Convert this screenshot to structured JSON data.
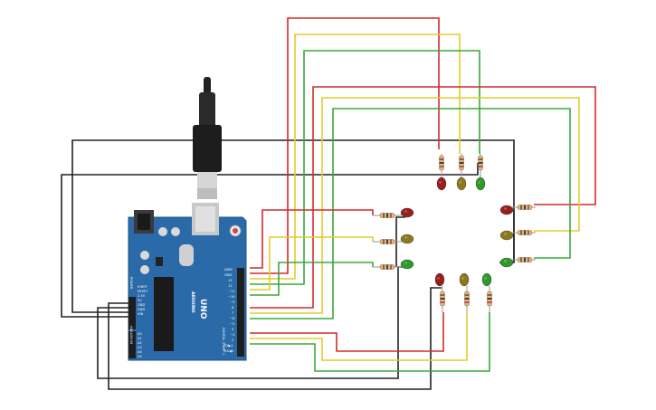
{
  "board": {
    "model": "UNO",
    "brand": "ARDUINO",
    "power_pins": [
      "IOREF",
      "RESET",
      "3.3V",
      "5V",
      "GND",
      "GND",
      "VIN"
    ],
    "analog_pins": [
      "A0",
      "A1",
      "A2",
      "A3",
      "A4",
      "A5"
    ],
    "digital_pins": [
      "AREF",
      "GND",
      "13",
      "12",
      "~11",
      "~10",
      "~9",
      "8",
      "7",
      "~6",
      "~5",
      "4",
      "~3",
      "2",
      "TX▶1",
      "RX◀0"
    ],
    "section_labels": {
      "digital": "DIGITAL (PWM~)",
      "power": "POWER",
      "analog": "ANALOG IN"
    }
  },
  "traffic_lights": [
    {
      "id": "north",
      "leds": [
        "red",
        "yellow",
        "green"
      ]
    },
    {
      "id": "west",
      "leds": [
        "red",
        "yellow",
        "green"
      ]
    },
    {
      "id": "east",
      "leds": [
        "red",
        "yellow",
        "green"
      ]
    },
    {
      "id": "south",
      "leds": [
        "red",
        "yellow",
        "green"
      ]
    }
  ],
  "colors": {
    "red_wire": "#d42a2a",
    "yellow_wire": "#e3cc2a",
    "green_wire": "#3aa83a",
    "black_wire": "#222222",
    "board": "#2a6aa8",
    "led_red": "#9b1e1e",
    "led_yellow": "#8b7a1c",
    "led_green": "#2f9a2a"
  }
}
